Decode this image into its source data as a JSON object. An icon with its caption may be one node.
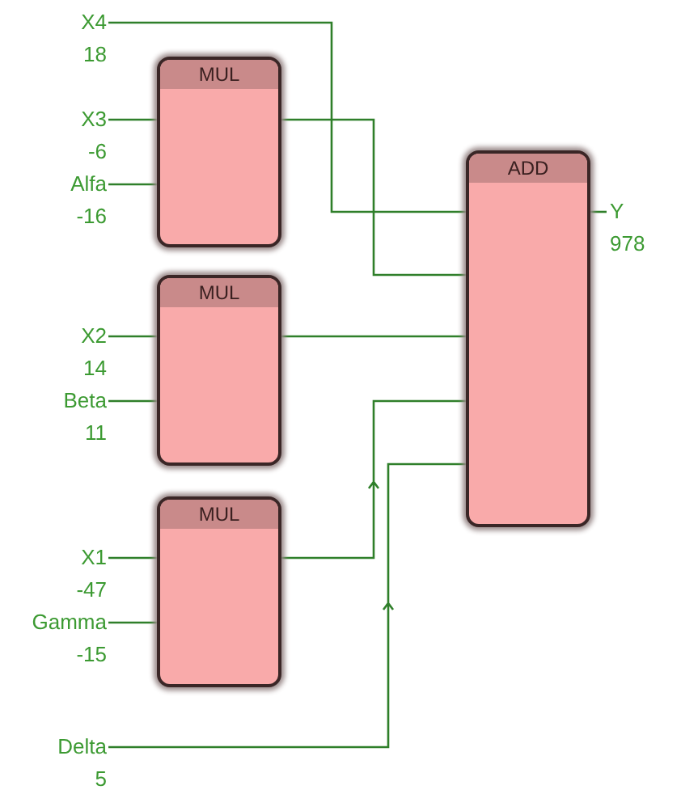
{
  "diagram": {
    "nodes": [
      {
        "text": [
          "X4"
        ],
        "beside": [
          "18"
        ]
      },
      {
        "text": [
          "X3"
        ],
        "beside": [
          "-6"
        ]
      },
      {
        "text": [
          "Alfa"
        ],
        "beside": [
          "-16"
        ]
      },
      {
        "text": [
          "MUL"
        ]
      },
      {
        "text": [
          "X2"
        ],
        "beside": [
          "14"
        ]
      },
      {
        "text": [
          "Beta"
        ],
        "beside": [
          "11"
        ]
      },
      {
        "text": [
          "MUL"
        ]
      },
      {
        "text": [
          "X1"
        ],
        "beside": [
          "-47"
        ]
      },
      {
        "text": [
          "Gamma"
        ],
        "beside": [
          "-15"
        ]
      },
      {
        "text": [
          "MUL"
        ]
      },
      {
        "text": [
          "Delta"
        ],
        "beside": [
          "5"
        ]
      },
      {
        "text": [
          "ADD"
        ]
      },
      {
        "text": [
          "Y"
        ],
        "beside": [
          "978"
        ]
      }
    ],
    "edges": [
      {
        "from": 0,
        "to": 11,
        "arrow": "none"
      },
      {
        "from": 1,
        "to": 3,
        "arrow": "none"
      },
      {
        "from": 2,
        "to": 3,
        "arrow": "none"
      },
      {
        "from": 3,
        "to": 11,
        "arrow": "none"
      },
      {
        "from": 4,
        "to": 6,
        "arrow": "none"
      },
      {
        "from": 5,
        "to": 6,
        "arrow": "none"
      },
      {
        "from": 6,
        "to": 11,
        "arrow": "none"
      },
      {
        "from": 7,
        "to": 9,
        "arrow": "none"
      },
      {
        "from": 8,
        "to": 9,
        "arrow": "none"
      },
      {
        "from": 9,
        "to": 11,
        "arrow": "to"
      },
      {
        "from": 10,
        "to": 11,
        "arrow": "to"
      },
      {
        "from": 11,
        "to": 12,
        "arrow": "none"
      }
    ]
  }
}
